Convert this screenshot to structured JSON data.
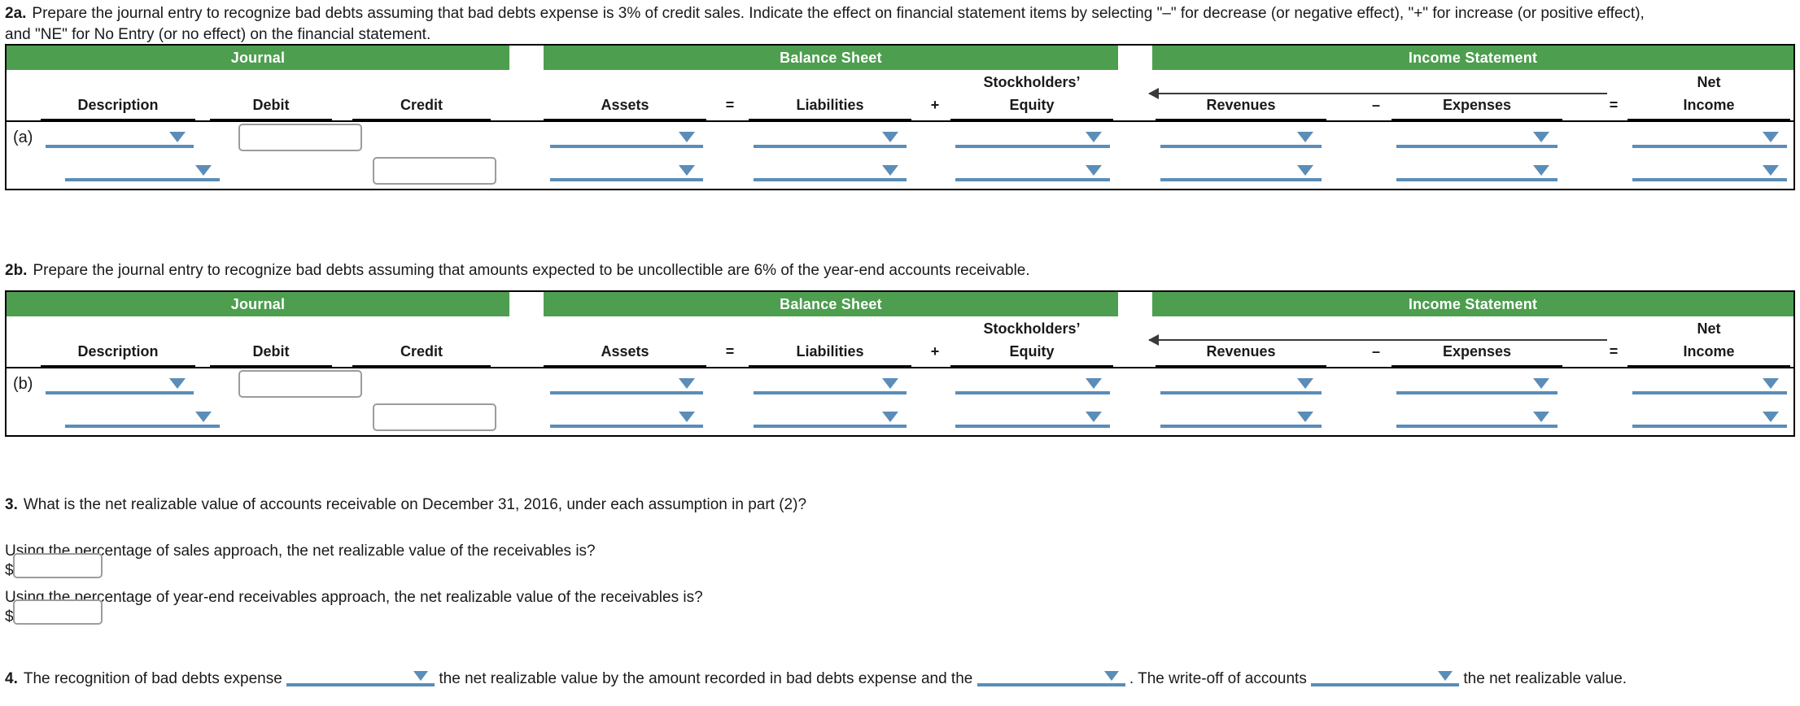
{
  "colors": {
    "header_green": "#4d9e4f",
    "dropdown_blue": "#5b8db8",
    "box_border": "#9c9c9c"
  },
  "q2a": {
    "number": "2a.",
    "line1": "Prepare the journal entry to recognize bad debts assuming that bad debts expense is 3% of credit sales. Indicate the effect on financial statement items by selecting \"–\" for decrease (or negative effect), \"+\" for increase (or positive effect),",
    "line2": "and \"NE\" for No Entry (or no effect) on the financial statement."
  },
  "q2b": {
    "number": "2b.",
    "line1": "Prepare the journal entry to recognize bad debts assuming that amounts expected to be uncollectible are 6% of the year-end accounts receivable."
  },
  "table": {
    "bands": [
      {
        "label": "Journal"
      },
      {
        "label": "Balance Sheet"
      },
      {
        "label": "Income Statement"
      }
    ],
    "journal_columns": [
      "Description",
      "Debit",
      "Credit"
    ],
    "balance_sheet_columns": [
      "Assets",
      "Liabilities",
      "Equity"
    ],
    "stockholders_label": "Stockholders’",
    "balance_sheet_operators": [
      "=",
      "+"
    ],
    "income_statement_columns": [
      "Revenues",
      "Expenses",
      "Income"
    ],
    "net_label": "Net",
    "income_statement_operators": [
      "–",
      "="
    ],
    "row_labels_2a": [
      "(a)",
      ""
    ],
    "row_labels_2b": [
      "(b)",
      ""
    ]
  },
  "q3": {
    "number": "3.",
    "question": "What is the net realizable value of accounts receivable on December 31, 2016, under each assumption in part (2)?",
    "part_a_prompt": "Using the percentage of sales approach, the net realizable value of the receivables is?",
    "part_a_currency": "$",
    "part_a_value": "",
    "part_b_prompt": "Using the percentage of year-end receivables approach, the net realizable value of the receivables is?",
    "part_b_currency": "$",
    "part_b_value": ""
  },
  "q4": {
    "number": "4.",
    "seg1": "The recognition of bad debts expense",
    "seg2": "the net realizable value by the amount recorded in bad debts expense and the",
    "seg3": ". The write-off of accounts",
    "seg4": "the net realizable value."
  }
}
